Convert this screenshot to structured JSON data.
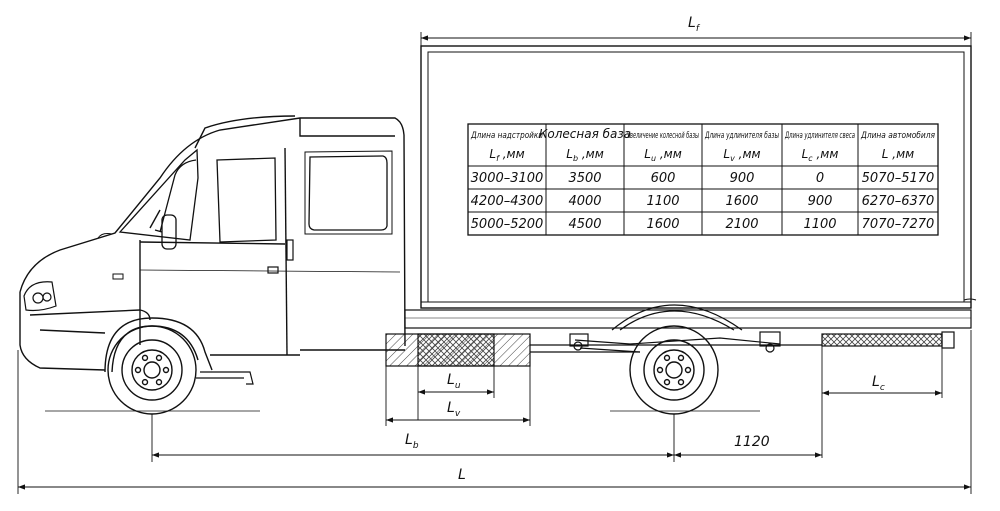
{
  "colors": {
    "line": "#111111",
    "hatch": "#333333",
    "background": "#ffffff"
  },
  "dimensions": {
    "lf": "L",
    "lf_sub": "f",
    "lu": "L",
    "lu_sub": "u",
    "lv": "L",
    "lv_sub": "v",
    "lb": "L",
    "lb_sub": "b",
    "lc": "L",
    "lc_sub": "c",
    "l": "L",
    "rear_overhang": "1120"
  },
  "table": {
    "headers": [
      {
        "top": "Длина надстройки",
        "bottom": "L f ,мм"
      },
      {
        "top": "Колесная база",
        "bottom": "L b ,мм"
      },
      {
        "top": "Увеличение колесной базы",
        "bottom": "L u ,мм"
      },
      {
        "top": "Длина удлинителя базы",
        "bottom": "L v ,мм"
      },
      {
        "top": "Длина удлинителя свеса",
        "bottom": "L c ,мм"
      },
      {
        "top": "Длина автомобиля",
        "bottom": "L ,мм"
      }
    ],
    "rows": [
      [
        "3000–3100",
        "3500",
        "600",
        "900",
        "0",
        "5070–5170"
      ],
      [
        "4200–4300",
        "4000",
        "1100",
        "1600",
        "900",
        "6270–6370"
      ],
      [
        "5000–5200",
        "4500",
        "1600",
        "2100",
        "1100",
        "7070–7270"
      ]
    ]
  }
}
